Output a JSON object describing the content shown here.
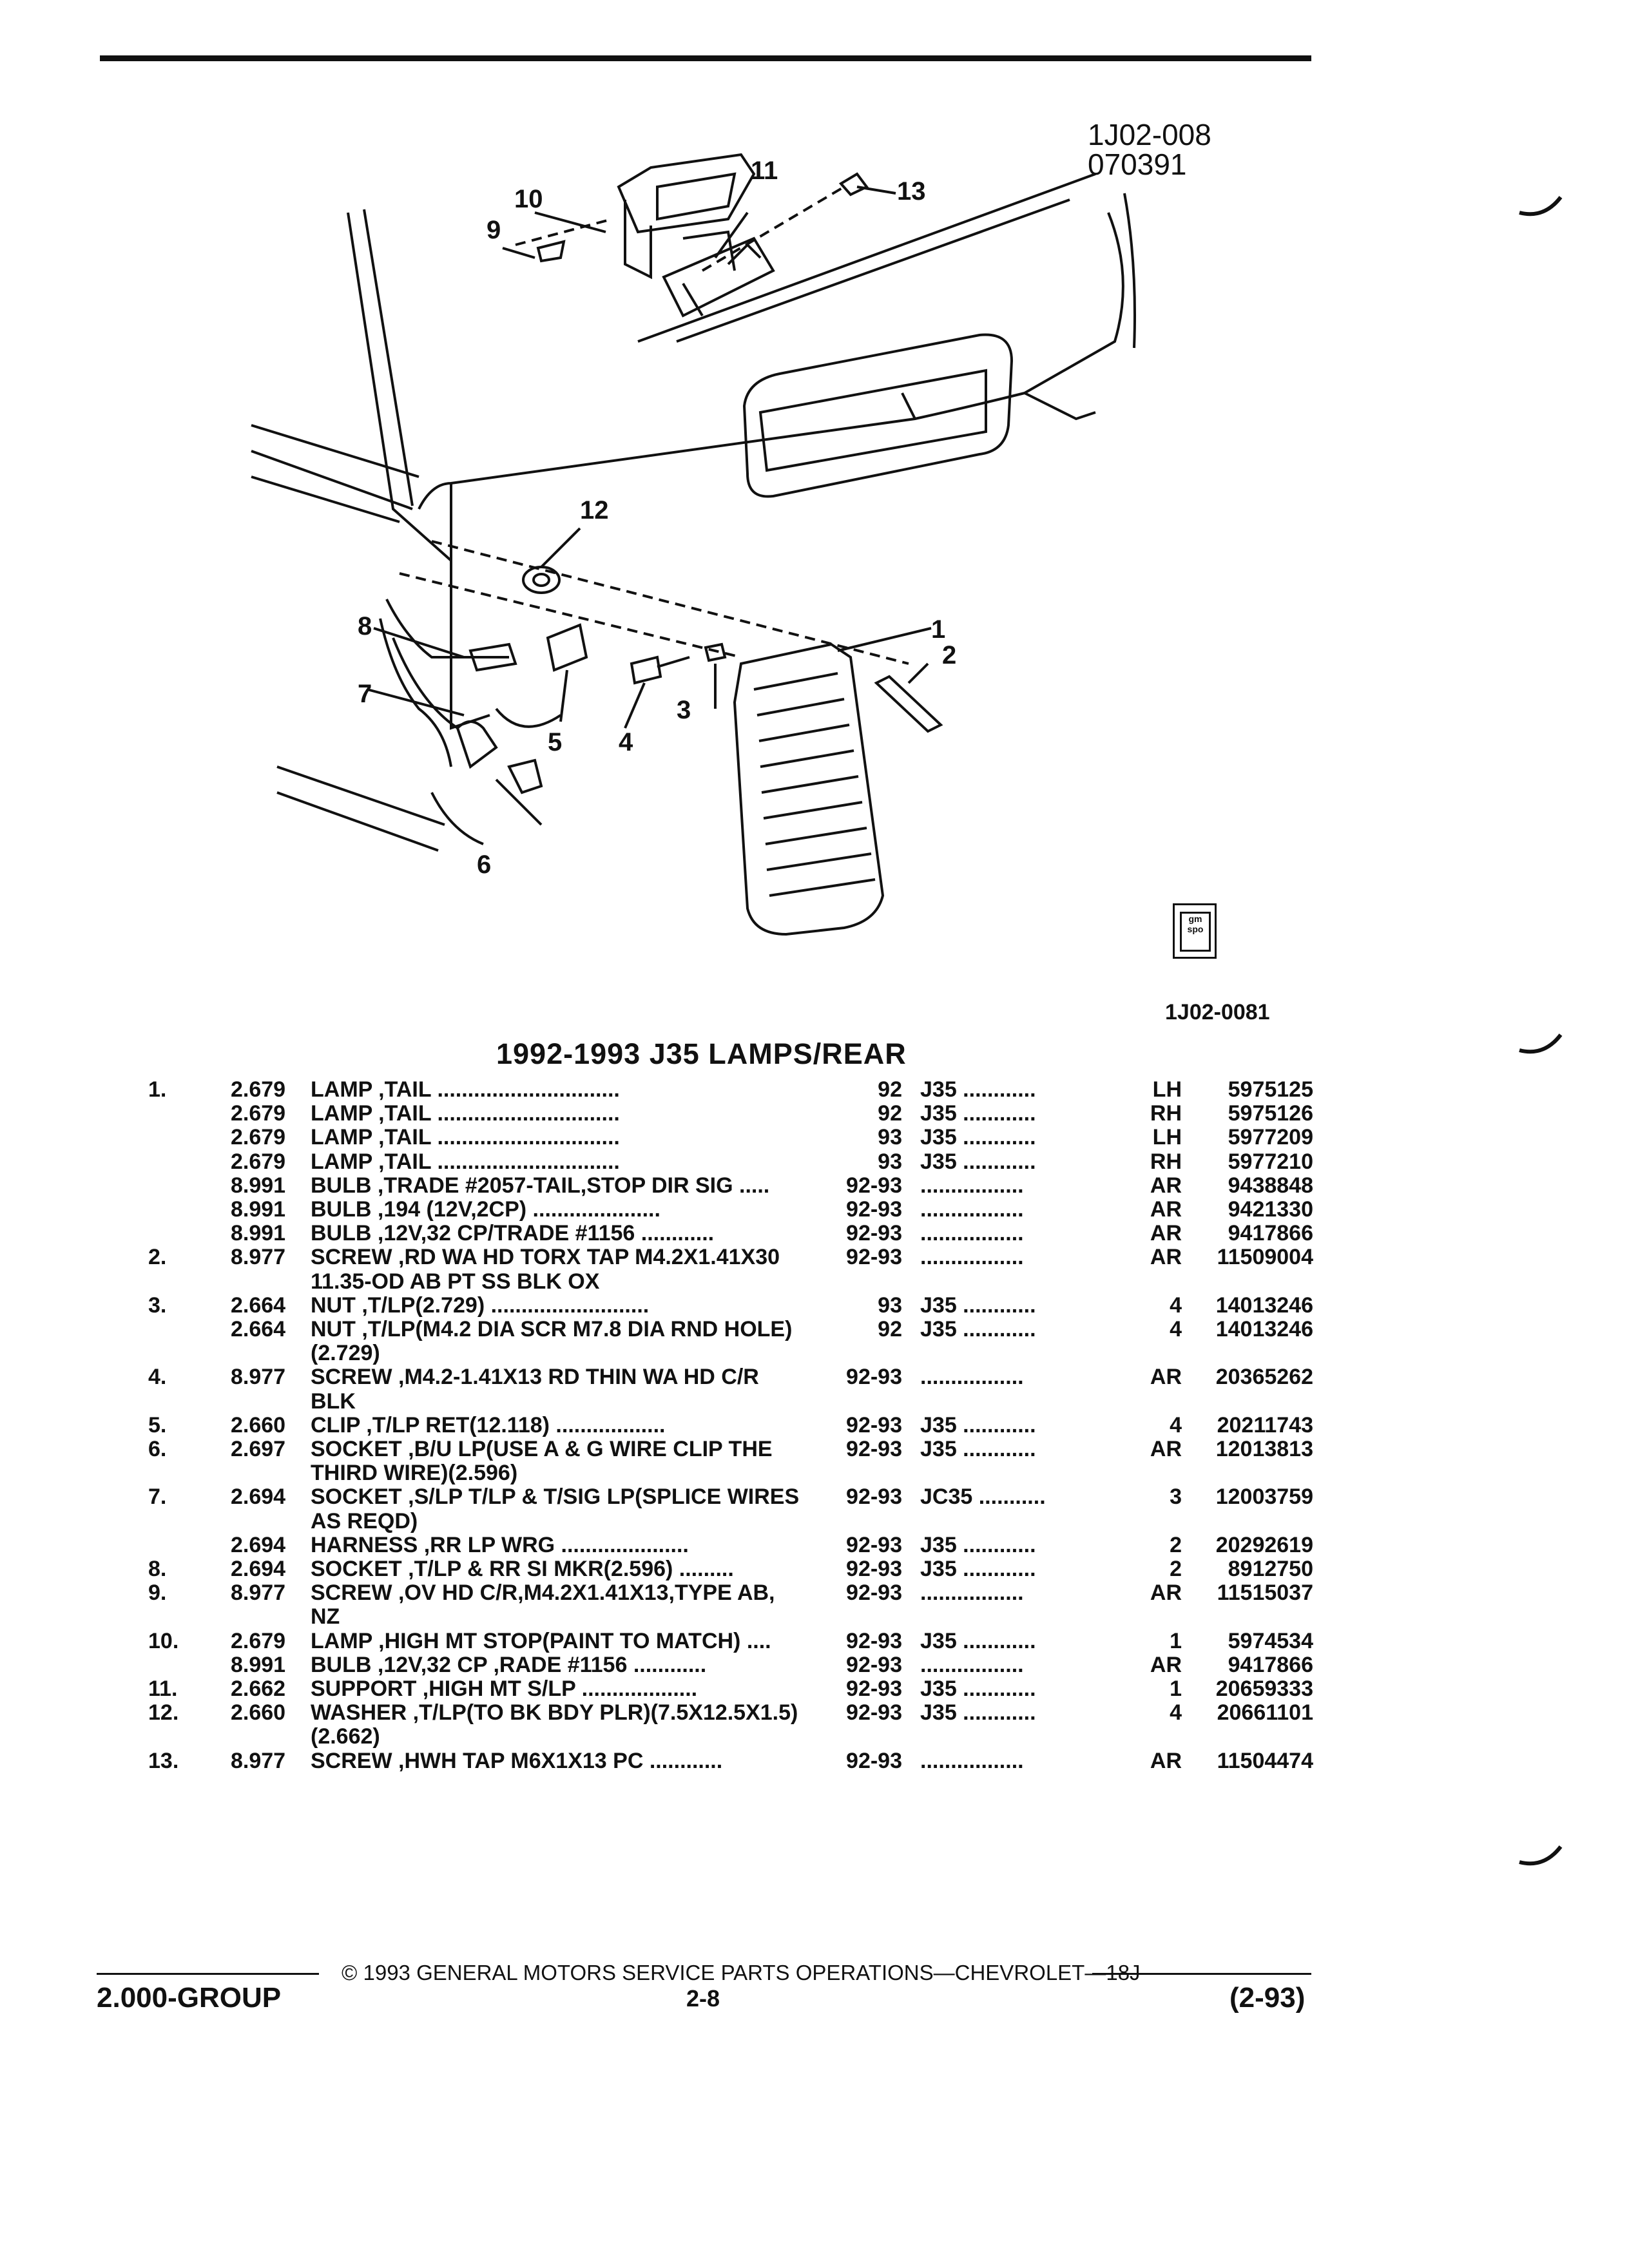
{
  "header": {
    "code_1": "1J02-008",
    "code_2": "070391"
  },
  "figure": {
    "callouts": [
      "1",
      "2",
      "3",
      "4",
      "5",
      "6",
      "7",
      "8",
      "9",
      "10",
      "11",
      "12",
      "13"
    ],
    "logo_text": "gm spo",
    "figure_code": "1J02-0081"
  },
  "table": {
    "title": "1992-1993 J35 LAMPS/REAR",
    "rows": [
      {
        "idx": "1.",
        "grp": "2.679",
        "desc": "LAMP ,TAIL ..............................",
        "yr": "92",
        "model": "J35 ............",
        "qty": "LH",
        "part": "5975125"
      },
      {
        "idx": "",
        "grp": "2.679",
        "desc": "LAMP ,TAIL ..............................",
        "yr": "92",
        "model": "J35 ............",
        "qty": "RH",
        "part": "5975126"
      },
      {
        "idx": "",
        "grp": "2.679",
        "desc": "LAMP ,TAIL ..............................",
        "yr": "93",
        "model": "J35 ............",
        "qty": "LH",
        "part": "5977209"
      },
      {
        "idx": "",
        "grp": "2.679",
        "desc": "LAMP ,TAIL ..............................",
        "yr": "93",
        "model": "J35 ............",
        "qty": "RH",
        "part": "5977210"
      },
      {
        "idx": "",
        "grp": "8.991",
        "desc": "BULB ,TRADE #2057-TAIL,STOP DIR SIG .....",
        "yr": "92-93",
        "model": ".................",
        "qty": "AR",
        "part": "9438848"
      },
      {
        "idx": "",
        "grp": "8.991",
        "desc": "BULB ,194 (12V,2CP) .....................",
        "yr": "92-93",
        "model": ".................",
        "qty": "AR",
        "part": "9421330"
      },
      {
        "idx": "",
        "grp": "8.991",
        "desc": "BULB ,12V,32 CP/TRADE #1156 ............",
        "yr": "92-93",
        "model": ".................",
        "qty": "AR",
        "part": "9417866"
      },
      {
        "idx": "2.",
        "grp": "8.977",
        "desc": "SCREW ,RD WA HD TORX TAP M4.2X1.41X30",
        "yr": "92-93",
        "model": ".................",
        "qty": "AR",
        "part": "11509004"
      },
      {
        "idx": "",
        "grp": "",
        "desc": "11.35-OD AB PT SS BLK OX",
        "yr": "",
        "model": "",
        "qty": "",
        "part": ""
      },
      {
        "idx": "3.",
        "grp": "2.664",
        "desc": "NUT ,T/LP(2.729) ..........................",
        "yr": "93",
        "model": "J35 ............",
        "qty": "4",
        "part": "14013246"
      },
      {
        "idx": "",
        "grp": "2.664",
        "desc": "NUT ,T/LP(M4.2 DIA SCR M7.8 DIA RND HOLE)",
        "yr": "92",
        "model": "J35 ............",
        "qty": "4",
        "part": "14013246"
      },
      {
        "idx": "",
        "grp": "",
        "desc": "(2.729)",
        "yr": "",
        "model": "",
        "qty": "",
        "part": ""
      },
      {
        "idx": "4.",
        "grp": "8.977",
        "desc": "SCREW ,M4.2-1.41X13 RD THIN WA HD C/R",
        "yr": "92-93",
        "model": ".................",
        "qty": "AR",
        "part": "20365262"
      },
      {
        "idx": "",
        "grp": "",
        "desc": "BLK",
        "yr": "",
        "model": "",
        "qty": "",
        "part": ""
      },
      {
        "idx": "5.",
        "grp": "2.660",
        "desc": "CLIP ,T/LP RET(12.118) ..................",
        "yr": "92-93",
        "model": "J35 ............",
        "qty": "4",
        "part": "20211743"
      },
      {
        "idx": "6.",
        "grp": "2.697",
        "desc": "SOCKET ,B/U LP(USE A & G WIRE CLIP THE",
        "yr": "92-93",
        "model": "J35 ............",
        "qty": "AR",
        "part": "12013813"
      },
      {
        "idx": "",
        "grp": "",
        "desc": "THIRD WIRE)(2.596)",
        "yr": "",
        "model": "",
        "qty": "",
        "part": ""
      },
      {
        "idx": "7.",
        "grp": "2.694",
        "desc": "SOCKET ,S/LP T/LP & T/SIG LP(SPLICE WIRES",
        "yr": "92-93",
        "model": "JC35 ...........",
        "qty": "3",
        "part": "12003759"
      },
      {
        "idx": "",
        "grp": "",
        "desc": "AS REQD)",
        "yr": "",
        "model": "",
        "qty": "",
        "part": ""
      },
      {
        "idx": "",
        "grp": "2.694",
        "desc": "HARNESS ,RR LP WRG .....................",
        "yr": "92-93",
        "model": "J35 ............",
        "qty": "2",
        "part": "20292619"
      },
      {
        "idx": "8.",
        "grp": "2.694",
        "desc": "SOCKET ,T/LP & RR SI MKR(2.596) .........",
        "yr": "92-93",
        "model": "J35 ............",
        "qty": "2",
        "part": "8912750"
      },
      {
        "idx": "9.",
        "grp": "8.977",
        "desc": "SCREW ,OV HD C/R,M4.2X1.41X13,TYPE AB,",
        "yr": "92-93",
        "model": ".................",
        "qty": "AR",
        "part": "11515037"
      },
      {
        "idx": "",
        "grp": "",
        "desc": "NZ",
        "yr": "",
        "model": "",
        "qty": "",
        "part": ""
      },
      {
        "idx": "10.",
        "grp": "2.679",
        "desc": "LAMP ,HIGH MT STOP(PAINT TO MATCH) ....",
        "yr": "92-93",
        "model": "J35 ............",
        "qty": "1",
        "part": "5974534"
      },
      {
        "idx": "",
        "grp": "8.991",
        "desc": "BULB ,12V,32 CP ,RADE #1156 ............",
        "yr": "92-93",
        "model": ".................",
        "qty": "AR",
        "part": "9417866"
      },
      {
        "idx": "11.",
        "grp": "2.662",
        "desc": "SUPPORT ,HIGH MT S/LP ...................",
        "yr": "92-93",
        "model": "J35 ............",
        "qty": "1",
        "part": "20659333"
      },
      {
        "idx": "12.",
        "grp": "2.660",
        "desc": "WASHER ,T/LP(TO BK BDY PLR)(7.5X12.5X1.5)",
        "yr": "92-93",
        "model": "J35 ............",
        "qty": "4",
        "part": "20661101"
      },
      {
        "idx": "",
        "grp": "",
        "desc": "(2.662)",
        "yr": "",
        "model": "",
        "qty": "",
        "part": ""
      },
      {
        "idx": "13.",
        "grp": "8.977",
        "desc": "SCREW ,HWH TAP M6X1X13 PC ............",
        "yr": "92-93",
        "model": ".................",
        "qty": "AR",
        "part": "11504474"
      }
    ]
  },
  "footer": {
    "copyright": "© 1993 GENERAL MOTORS SERVICE PARTS OPERATIONS—CHEVROLET—18J",
    "group": "2.000-GROUP",
    "page": "2-8",
    "date": "(2-93)"
  }
}
